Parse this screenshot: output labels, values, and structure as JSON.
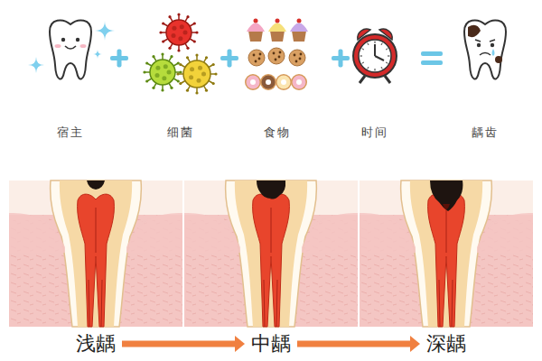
{
  "diagram": {
    "nodes": [
      {
        "text": [
          "浅龋"
        ]
      },
      {
        "text": [
          "中龋"
        ]
      },
      {
        "text": [
          "深龋"
        ]
      }
    ],
    "edges": [
      {
        "from": 0,
        "to": 1,
        "arrow": "to"
      },
      {
        "from": 1,
        "to": 2,
        "arrow": "to"
      }
    ],
    "labels": [
      "宿主",
      "细菌",
      "食物",
      "时间",
      "龋齿"
    ]
  }
}
